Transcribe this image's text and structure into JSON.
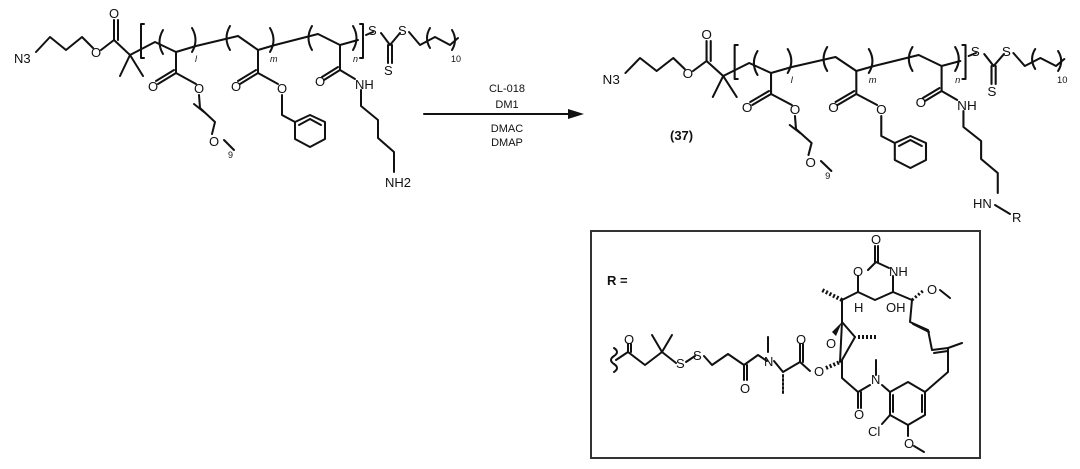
{
  "reactant": {
    "azide": "N3",
    "o_labels": "O",
    "subscripts": {
      "l": "l",
      "m": "m",
      "n": "n",
      "peg": "9",
      "alkyl": "10"
    },
    "sulfur": "S",
    "amide_nh": "NH",
    "terminal_amine": "NH2"
  },
  "conditions": {
    "reagent1": "CL-018",
    "reagent2": "DM1",
    "solvent": "DMAC",
    "catalyst": "DMAP"
  },
  "product": {
    "compound_number": "(37)",
    "terminal_group": "HN",
    "r_label": "R"
  },
  "r_group_box": {
    "title": "R =",
    "labels": {
      "nh": "NH",
      "h": "H",
      "oh": "OH",
      "cl": "Cl",
      "n": "N",
      "s": "S",
      "o": "O"
    }
  }
}
